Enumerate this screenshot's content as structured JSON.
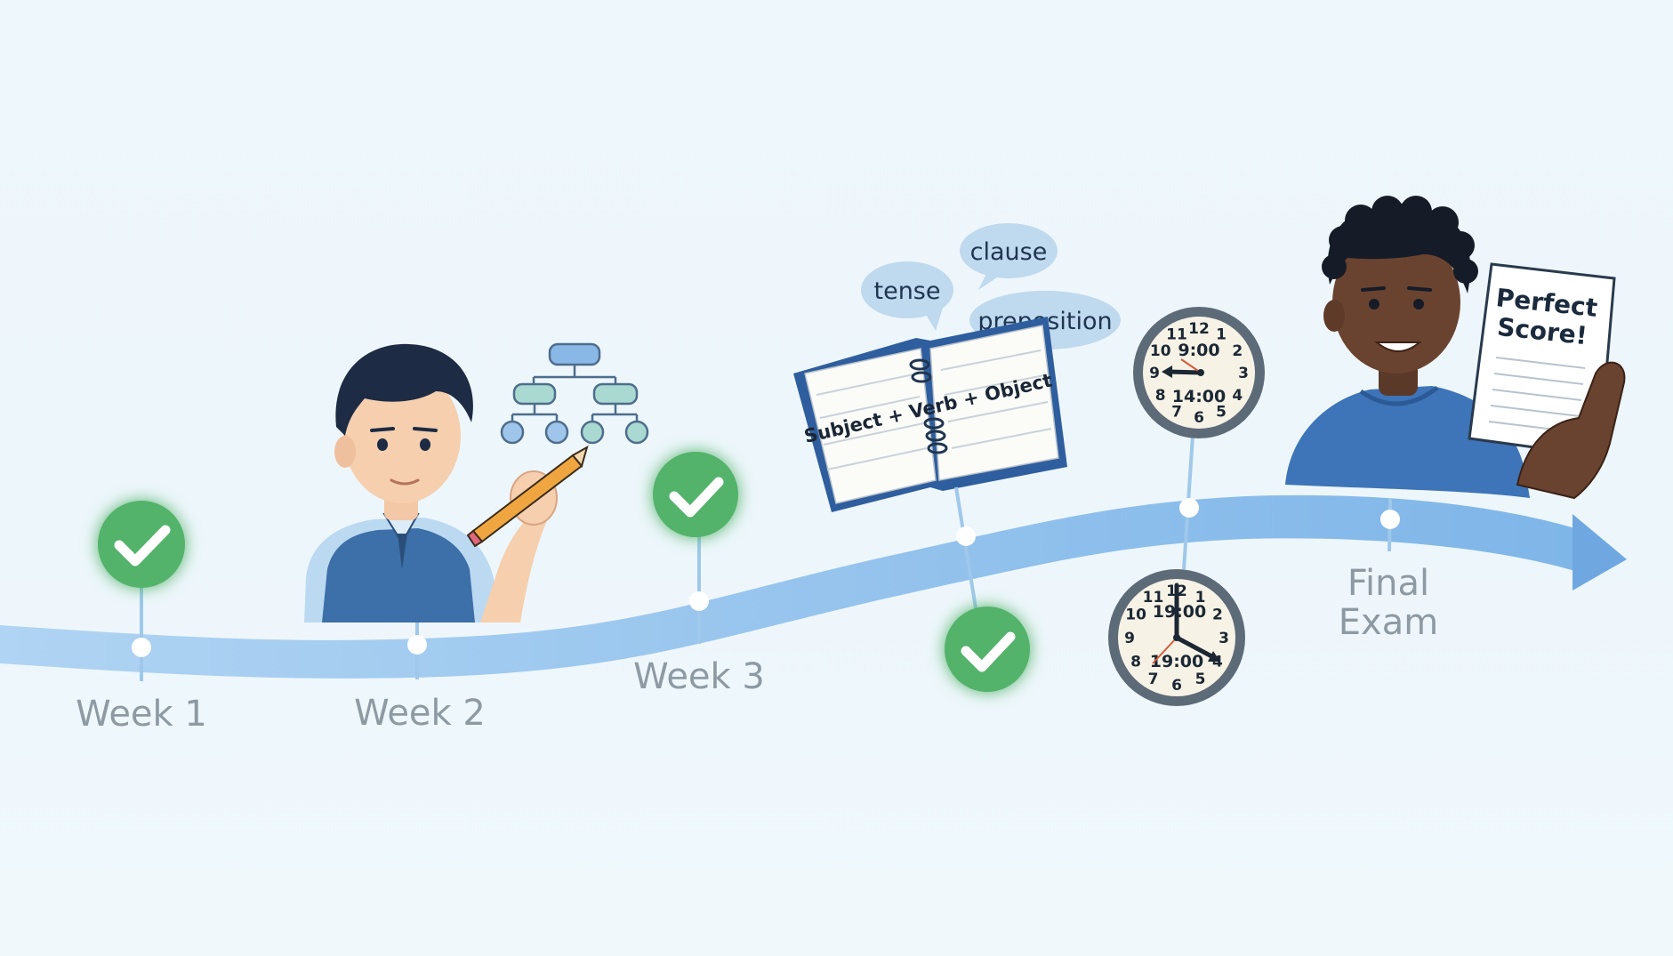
{
  "milestones": [
    {
      "label": "Week 1",
      "completed": true
    },
    {
      "label": "Week 2",
      "completed": false
    },
    {
      "label": "Week 3",
      "completed": true
    },
    {
      "label": "",
      "completed": true
    },
    {
      "label": "",
      "completed": false
    },
    {
      "label_line1": "Final",
      "label_line2": "Exam",
      "completed": false
    }
  ],
  "speech_bubbles": [
    "tense",
    "clause",
    "preposition"
  ],
  "book": {
    "sentence": "Subject + Verb + Object"
  },
  "clock_top": {
    "numbers": [
      "12",
      "1",
      "2",
      "3",
      "4",
      "5",
      "6",
      "7",
      "8",
      "9",
      "10",
      "11"
    ],
    "times": [
      "9:00",
      "14:00"
    ]
  },
  "clock_bottom": {
    "numbers": [
      "12",
      "1",
      "2",
      "3",
      "4",
      "5",
      "6",
      "7",
      "8",
      "9",
      "10",
      "11"
    ],
    "times": [
      "19:00",
      "19:00"
    ]
  },
  "paper": {
    "line1": "Perfect",
    "line2": "Score!"
  },
  "colors": {
    "timeline": "#8ec0ea",
    "timeline_arrow": "#6fa8e0",
    "check_green": "#52b36a",
    "label_gray": "#8e9aa3"
  }
}
